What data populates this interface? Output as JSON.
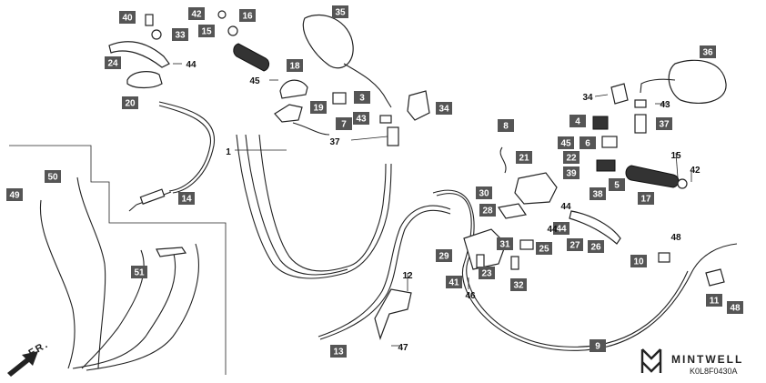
{
  "diagram": {
    "drawing_code": "K0L8F0430A",
    "brand": "MINTWELL",
    "direction_label": "FR.",
    "boxed_labels": [
      "40",
      "42",
      "16",
      "35",
      "33",
      "15",
      "24",
      "18",
      "20",
      "3",
      "19",
      "43",
      "34",
      "7",
      "36",
      "8",
      "4",
      "45",
      "6",
      "37",
      "21",
      "22",
      "39",
      "30",
      "38",
      "5",
      "17",
      "28",
      "44",
      "26",
      "49",
      "50",
      "31",
      "27",
      "25",
      "23",
      "29",
      "41",
      "32",
      "10",
      "11",
      "51",
      "14",
      "13",
      "9",
      "48"
    ],
    "plain_labels": [
      "44",
      "45",
      "1",
      "37",
      "34",
      "43",
      "15",
      "42",
      "44",
      "44",
      "48",
      "12",
      "46",
      "47"
    ]
  }
}
